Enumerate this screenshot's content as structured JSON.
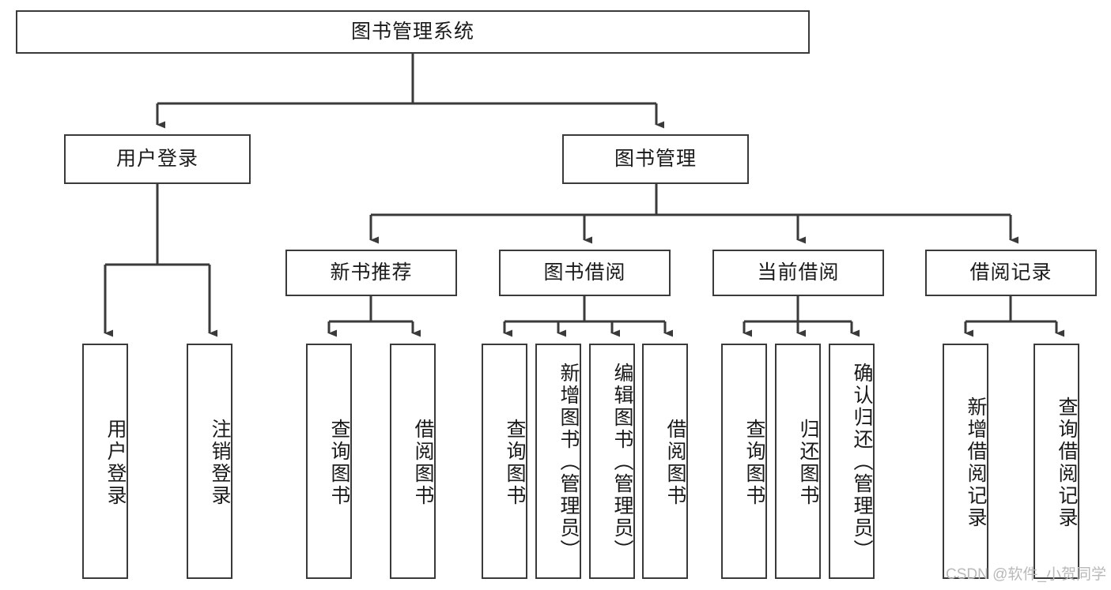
{
  "diagram": {
    "type": "tree-hierarchy",
    "title": "图书管理系统",
    "orientation": "top-down",
    "line_color": "#3a3a3a",
    "box_fill": "#ffffff",
    "text_color": "#1a1a1a"
  },
  "root": {
    "label": "图书管理系统"
  },
  "level2": [
    {
      "label": "用户登录"
    },
    {
      "label": "图书管理"
    }
  ],
  "level3": [
    {
      "label": "新书推荐"
    },
    {
      "label": "图书借阅"
    },
    {
      "label": "当前借阅"
    },
    {
      "label": "借阅记录"
    }
  ],
  "leaves": {
    "user_login": [
      {
        "label": "用户登录"
      },
      {
        "label": "注销登录"
      }
    ],
    "new_book_recommend": [
      {
        "label": "查询图书"
      },
      {
        "label": "借阅图书"
      }
    ],
    "book_borrow": [
      {
        "label": "查询图书"
      },
      {
        "label": "新增图书（管理员）"
      },
      {
        "label": "编辑图书（管理员）"
      },
      {
        "label": "借阅图书"
      }
    ],
    "current_borrow": [
      {
        "label": "查询图书"
      },
      {
        "label": "归还图书"
      },
      {
        "label": "确认归还（管理员）"
      }
    ],
    "borrow_record": [
      {
        "label": "新增借阅记录"
      },
      {
        "label": "查询借阅记录"
      }
    ]
  },
  "watermark": {
    "text": "CSDN @软件_小贺同学",
    "color": "#b9b9b9"
  }
}
